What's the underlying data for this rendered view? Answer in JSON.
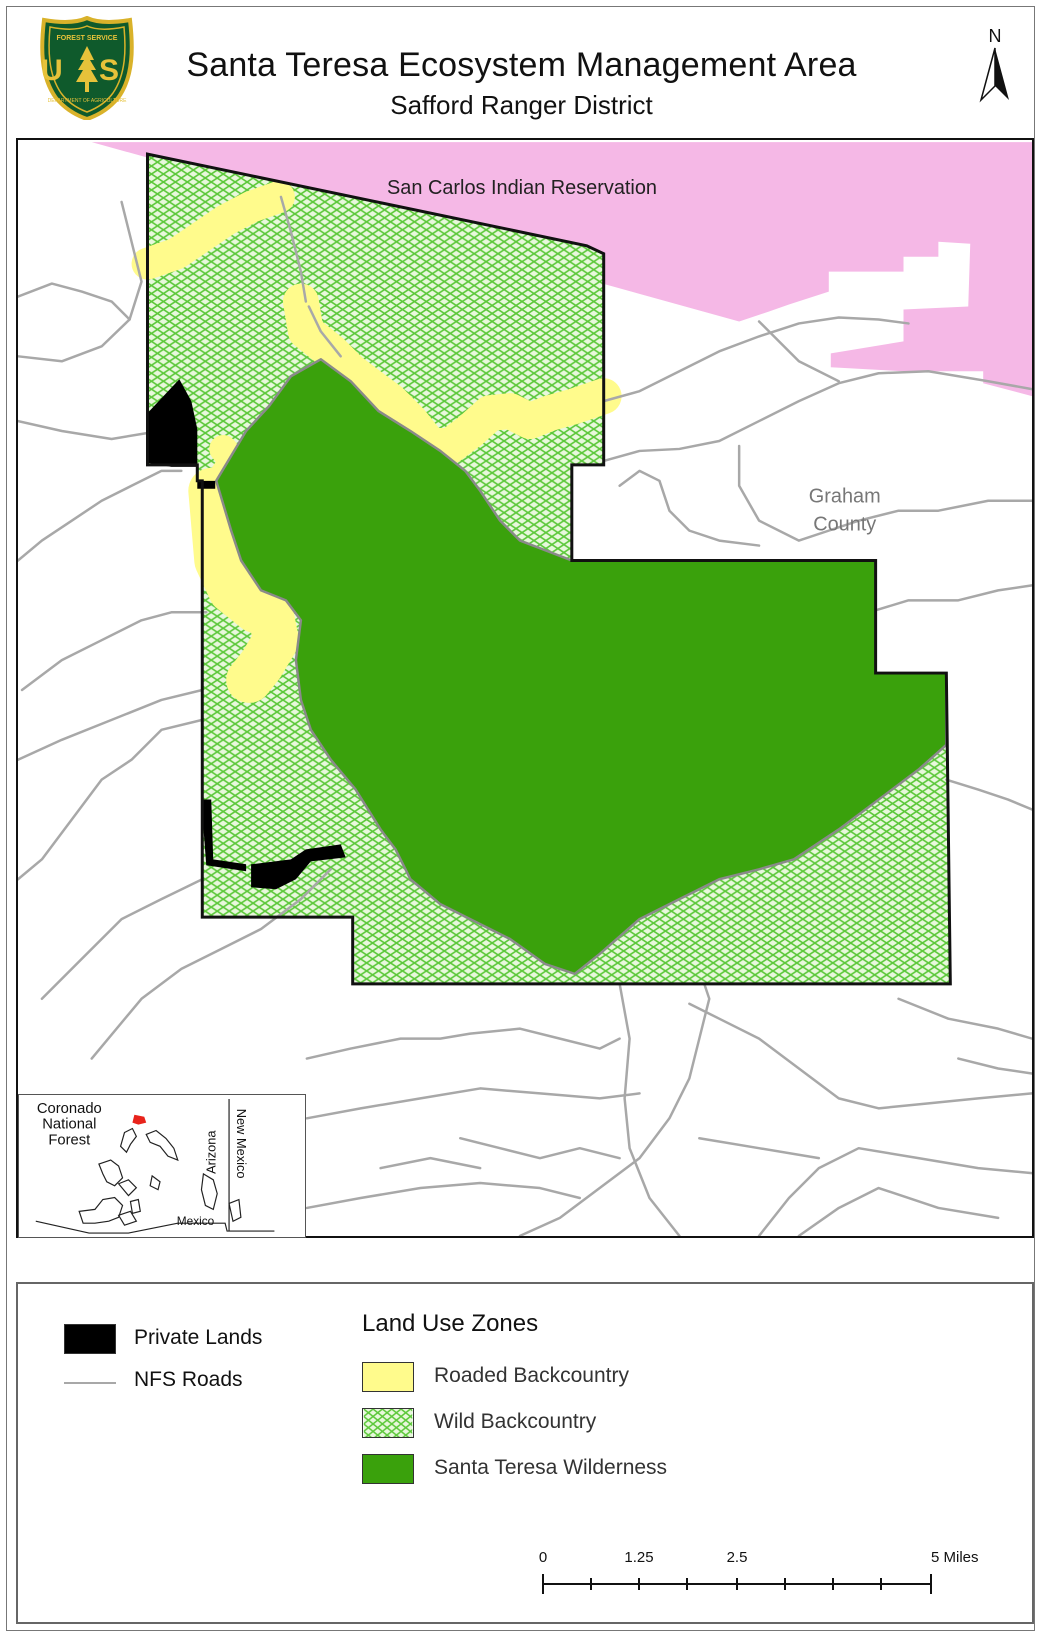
{
  "header": {
    "title": "Santa Teresa Ecosystem Management Area",
    "subtitle": "Safford Ranger District",
    "north_label": "N",
    "logo": {
      "shield_top_text": "FOREST SERVICE",
      "letters": "U S",
      "shield_bottom_text": "DEPARTMENT OF AGRICULTURE"
    }
  },
  "map": {
    "labels": {
      "reservation": "San Carlos Indian Reservation",
      "county": "Graham County"
    },
    "colors": {
      "reservation": "#f5b8e6",
      "roaded": "#fffb8c",
      "wild_line": "#5cc83a",
      "wild_bg": "#e8f8dc",
      "wilderness": "#3aa10c",
      "private": "#000000",
      "roads": "#a8a8a8"
    }
  },
  "inset": {
    "forest_label_lines": [
      "Coronado",
      "National",
      "Forest"
    ],
    "state_arizona": "Arizona",
    "state_new_mexico": "New Mexico",
    "country_mexico": "Mexico",
    "highlight_color": "#e8231b"
  },
  "legend": {
    "private_lands": "Private Lands",
    "nfs_roads": "NFS Roads",
    "zones_heading": "Land Use Zones",
    "zones": [
      {
        "label": "Roaded Backcountry"
      },
      {
        "label": "Wild Backcountry"
      },
      {
        "label": "Santa Teresa Wilderness"
      }
    ],
    "scale": {
      "ticks": [
        "0",
        "1.25",
        "2.5",
        "5 Miles"
      ]
    }
  }
}
